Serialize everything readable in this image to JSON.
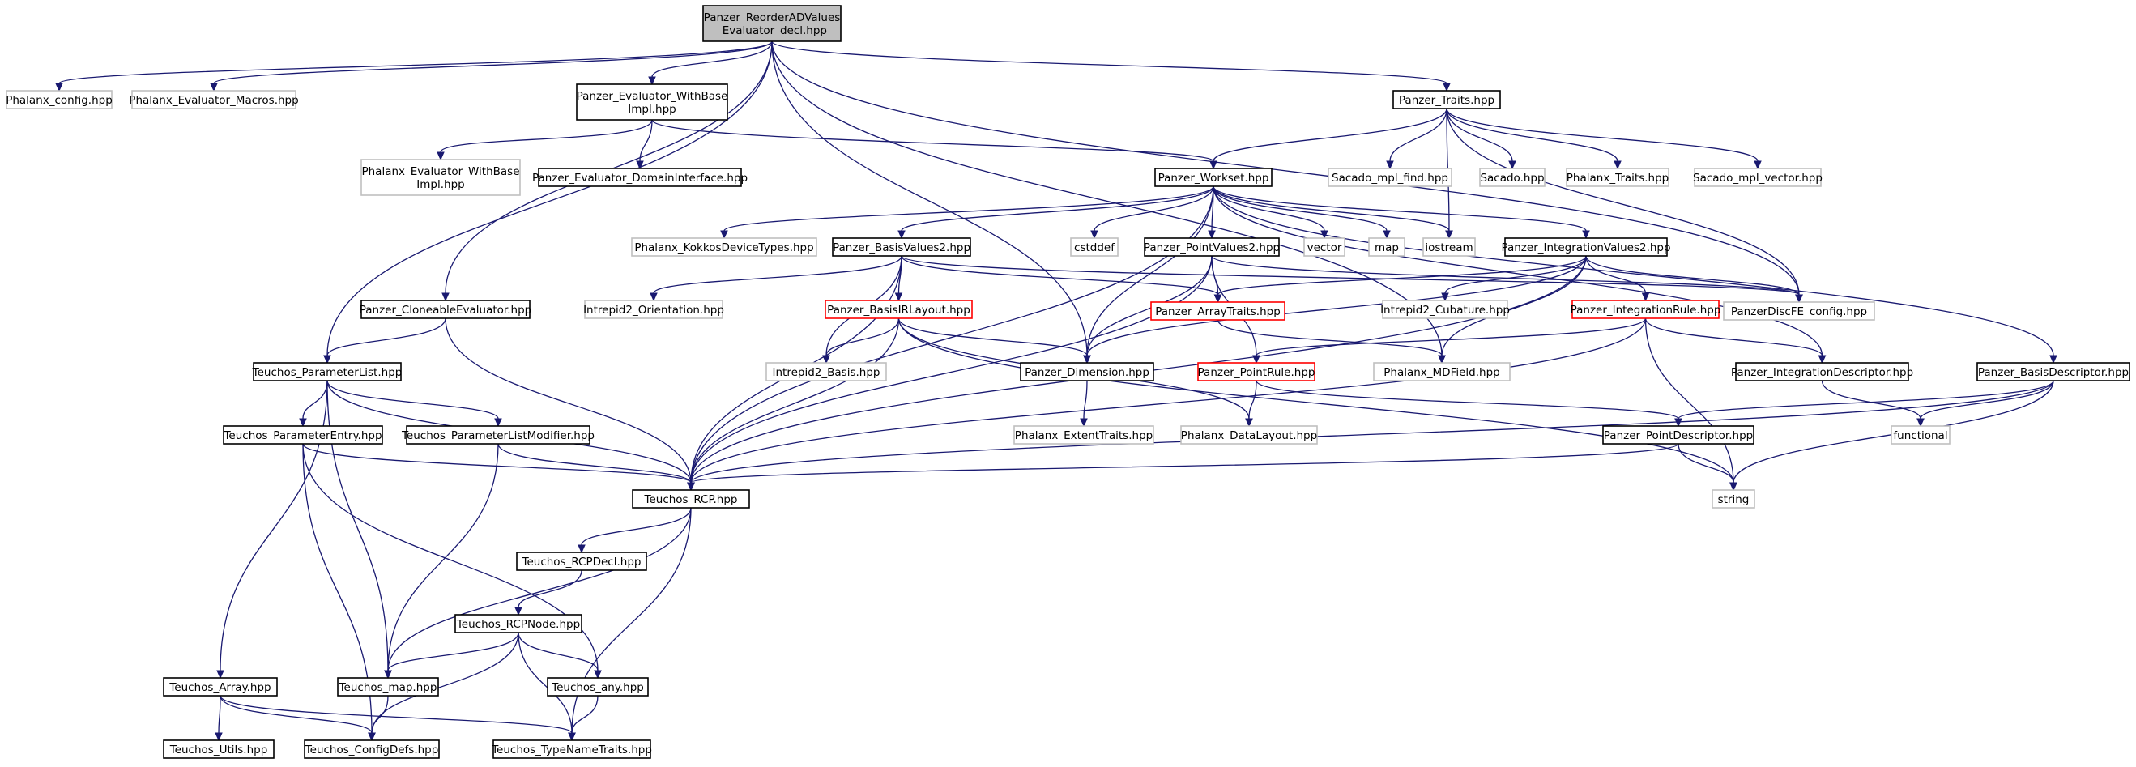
{
  "colors": {
    "edge": "#191970",
    "node_fill": "#ffffff",
    "root_fill": "#bfbfbf",
    "border_black": "#000000",
    "border_gray": "#bfbfbf",
    "border_red": "#ff0000"
  },
  "nodes": [
    {
      "id": "root",
      "lines": [
        "Panzer_ReorderADValues",
        "_Evaluator_decl.hpp"
      ],
      "style": "root"
    },
    {
      "id": "phcfg",
      "lines": [
        "Phalanx_config.hpp"
      ],
      "style": "gray"
    },
    {
      "id": "phmac",
      "lines": [
        "Phalanx_Evaluator_Macros.hpp"
      ],
      "style": "gray"
    },
    {
      "id": "pewbi",
      "lines": [
        "Panzer_Evaluator_WithBase",
        "Impl.hpp"
      ],
      "style": "black"
    },
    {
      "id": "ptraits",
      "lines": [
        "Panzer_Traits.hpp"
      ],
      "style": "black"
    },
    {
      "id": "phewbi",
      "lines": [
        "Phalanx_Evaluator_WithBase",
        "Impl.hpp"
      ],
      "style": "gray"
    },
    {
      "id": "pedi",
      "lines": [
        "Panzer_Evaluator_DomainInterface.hpp"
      ],
      "style": "black"
    },
    {
      "id": "pworkset",
      "lines": [
        "Panzer_Workset.hpp"
      ],
      "style": "black"
    },
    {
      "id": "smf",
      "lines": [
        "Sacado_mpl_find.hpp"
      ],
      "style": "gray"
    },
    {
      "id": "sacado",
      "lines": [
        "Sacado.hpp"
      ],
      "style": "gray"
    },
    {
      "id": "phtraits",
      "lines": [
        "Phalanx_Traits.hpp"
      ],
      "style": "gray"
    },
    {
      "id": "smv",
      "lines": [
        "Sacado_mpl_vector.hpp"
      ],
      "style": "gray"
    },
    {
      "id": "pkdt",
      "lines": [
        "Phalanx_KokkosDeviceTypes.hpp"
      ],
      "style": "gray"
    },
    {
      "id": "pbv2",
      "lines": [
        "Panzer_BasisValues2.hpp"
      ],
      "style": "black"
    },
    {
      "id": "cstddef",
      "lines": [
        "cstddef"
      ],
      "style": "gray"
    },
    {
      "id": "ppv2",
      "lines": [
        "Panzer_PointValues2.hpp"
      ],
      "style": "black"
    },
    {
      "id": "vector",
      "lines": [
        "vector"
      ],
      "style": "gray"
    },
    {
      "id": "map",
      "lines": [
        "map"
      ],
      "style": "gray"
    },
    {
      "id": "iostream",
      "lines": [
        "iostream"
      ],
      "style": "gray"
    },
    {
      "id": "piv2",
      "lines": [
        "Panzer_IntegrationValues2.hpp"
      ],
      "style": "black"
    },
    {
      "id": "pce",
      "lines": [
        "Panzer_CloneableEvaluator.hpp"
      ],
      "style": "black"
    },
    {
      "id": "io",
      "lines": [
        "Intrepid2_Orientation.hpp"
      ],
      "style": "gray"
    },
    {
      "id": "pbirl",
      "lines": [
        "Panzer_BasisIRLayout.hpp"
      ],
      "style": "red"
    },
    {
      "id": "pat",
      "lines": [
        "Panzer_ArrayTraits.hpp"
      ],
      "style": "red"
    },
    {
      "id": "icub",
      "lines": [
        "Intrepid2_Cubature.hpp"
      ],
      "style": "gray"
    },
    {
      "id": "pir",
      "lines": [
        "Panzer_IntegrationRule.hpp"
      ],
      "style": "red"
    },
    {
      "id": "pdfe",
      "lines": [
        "PanzerDiscFE_config.hpp"
      ],
      "style": "gray"
    },
    {
      "id": "tpl",
      "lines": [
        "Teuchos_ParameterList.hpp"
      ],
      "style": "black"
    },
    {
      "id": "ibasis",
      "lines": [
        "Intrepid2_Basis.hpp"
      ],
      "style": "gray"
    },
    {
      "id": "pdim",
      "lines": [
        "Panzer_Dimension.hpp"
      ],
      "style": "black"
    },
    {
      "id": "ppr",
      "lines": [
        "Panzer_PointRule.hpp"
      ],
      "style": "red"
    },
    {
      "id": "pmdf",
      "lines": [
        "Phalanx_MDField.hpp"
      ],
      "style": "gray"
    },
    {
      "id": "pid",
      "lines": [
        "Panzer_IntegrationDescriptor.hpp"
      ],
      "style": "black"
    },
    {
      "id": "pbd",
      "lines": [
        "Panzer_BasisDescriptor.hpp"
      ],
      "style": "black"
    },
    {
      "id": "tpe",
      "lines": [
        "Teuchos_ParameterEntry.hpp"
      ],
      "style": "black"
    },
    {
      "id": "tplm",
      "lines": [
        "Teuchos_ParameterListModifier.hpp"
      ],
      "style": "black"
    },
    {
      "id": "pet",
      "lines": [
        "Phalanx_ExtentTraits.hpp"
      ],
      "style": "gray"
    },
    {
      "id": "pdl",
      "lines": [
        "Phalanx_DataLayout.hpp"
      ],
      "style": "gray"
    },
    {
      "id": "ppd",
      "lines": [
        "Panzer_PointDescriptor.hpp"
      ],
      "style": "black"
    },
    {
      "id": "functional",
      "lines": [
        "functional"
      ],
      "style": "gray"
    },
    {
      "id": "trcp",
      "lines": [
        "Teuchos_RCP.hpp"
      ],
      "style": "black"
    },
    {
      "id": "string",
      "lines": [
        "string"
      ],
      "style": "gray"
    },
    {
      "id": "trcpdecl",
      "lines": [
        "Teuchos_RCPDecl.hpp"
      ],
      "style": "black"
    },
    {
      "id": "trcpnode",
      "lines": [
        "Teuchos_RCPNode.hpp"
      ],
      "style": "black"
    },
    {
      "id": "tarray",
      "lines": [
        "Teuchos_Array.hpp"
      ],
      "style": "black"
    },
    {
      "id": "tmap",
      "lines": [
        "Teuchos_map.hpp"
      ],
      "style": "black"
    },
    {
      "id": "tany",
      "lines": [
        "Teuchos_any.hpp"
      ],
      "style": "black"
    },
    {
      "id": "tutils",
      "lines": [
        "Teuchos_Utils.hpp"
      ],
      "style": "black"
    },
    {
      "id": "tcd",
      "lines": [
        "Teuchos_ConfigDefs.hpp"
      ],
      "style": "black"
    },
    {
      "id": "ttnt",
      "lines": [
        "Teuchos_TypeNameTraits.hpp"
      ],
      "style": "black"
    }
  ],
  "edges": [
    [
      "root",
      "phcfg"
    ],
    [
      "root",
      "phmac"
    ],
    [
      "root",
      "pewbi"
    ],
    [
      "root",
      "ptraits"
    ],
    [
      "root",
      "pce"
    ],
    [
      "root",
      "tpl"
    ],
    [
      "root",
      "pdim"
    ],
    [
      "root",
      "pdfe"
    ],
    [
      "root",
      "pmdf"
    ],
    [
      "pewbi",
      "phewbi"
    ],
    [
      "pewbi",
      "pedi"
    ],
    [
      "pewbi",
      "pworkset"
    ],
    [
      "ptraits",
      "pworkset"
    ],
    [
      "ptraits",
      "smf"
    ],
    [
      "ptraits",
      "sacado"
    ],
    [
      "ptraits",
      "phtraits"
    ],
    [
      "ptraits",
      "smv"
    ],
    [
      "ptraits",
      "pdfe"
    ],
    [
      "ptraits",
      "iostream"
    ],
    [
      "pworkset",
      "pkdt"
    ],
    [
      "pworkset",
      "pbv2"
    ],
    [
      "pworkset",
      "cstddef"
    ],
    [
      "pworkset",
      "ppv2"
    ],
    [
      "pworkset",
      "vector"
    ],
    [
      "pworkset",
      "map"
    ],
    [
      "pworkset",
      "iostream"
    ],
    [
      "pworkset",
      "piv2"
    ],
    [
      "pworkset",
      "pdim"
    ],
    [
      "pworkset",
      "pbd"
    ],
    [
      "pworkset",
      "pid"
    ],
    [
      "pworkset",
      "trcp"
    ],
    [
      "pbv2",
      "io"
    ],
    [
      "pbv2",
      "pbirl"
    ],
    [
      "pbv2",
      "pat"
    ],
    [
      "pbv2",
      "ibasis"
    ],
    [
      "pbv2",
      "trcp"
    ],
    [
      "pbv2",
      "pdfe"
    ],
    [
      "ppv2",
      "pat"
    ],
    [
      "ppv2",
      "pdim"
    ],
    [
      "ppv2",
      "ppr"
    ],
    [
      "ppv2",
      "trcp"
    ],
    [
      "ppv2",
      "pdfe"
    ],
    [
      "piv2",
      "pat"
    ],
    [
      "piv2",
      "icub"
    ],
    [
      "piv2",
      "pir"
    ],
    [
      "piv2",
      "pdfe"
    ],
    [
      "piv2",
      "pdim"
    ],
    [
      "piv2",
      "pmdf"
    ],
    [
      "piv2",
      "trcp"
    ],
    [
      "pce",
      "tpl"
    ],
    [
      "pce",
      "trcp"
    ],
    [
      "pbirl",
      "ibasis"
    ],
    [
      "pbirl",
      "pdim"
    ],
    [
      "pbirl",
      "pdl"
    ],
    [
      "pbirl",
      "trcp"
    ],
    [
      "pbirl",
      "string"
    ],
    [
      "pat",
      "pmdf"
    ],
    [
      "pir",
      "ppr"
    ],
    [
      "pir",
      "pid"
    ],
    [
      "pir",
      "trcp"
    ],
    [
      "pir",
      "string"
    ],
    [
      "tpl",
      "tpe"
    ],
    [
      "tpl",
      "tplm"
    ],
    [
      "tpl",
      "trcp"
    ],
    [
      "tpl",
      "tmap"
    ],
    [
      "tpl",
      "tarray"
    ],
    [
      "pdim",
      "pet"
    ],
    [
      "ppr",
      "pdl"
    ],
    [
      "ppr",
      "ppd"
    ],
    [
      "pid",
      "functional"
    ],
    [
      "pbd",
      "ppd"
    ],
    [
      "pbd",
      "functional"
    ],
    [
      "pbd",
      "string"
    ],
    [
      "pbd",
      "trcp"
    ],
    [
      "tpe",
      "trcp"
    ],
    [
      "tpe",
      "tany"
    ],
    [
      "tpe",
      "tcd"
    ],
    [
      "tplm",
      "trcp"
    ],
    [
      "tplm",
      "tmap"
    ],
    [
      "ppd",
      "string"
    ],
    [
      "ppd",
      "trcp"
    ],
    [
      "trcp",
      "trcpdecl"
    ],
    [
      "trcp",
      "tmap"
    ],
    [
      "trcp",
      "ttnt"
    ],
    [
      "trcpdecl",
      "trcpnode"
    ],
    [
      "trcpnode",
      "tmap"
    ],
    [
      "trcpnode",
      "tany"
    ],
    [
      "trcpnode",
      "tcd"
    ],
    [
      "trcpnode",
      "ttnt"
    ],
    [
      "tarray",
      "tutils"
    ],
    [
      "tarray",
      "tcd"
    ],
    [
      "tarray",
      "ttnt"
    ],
    [
      "tmap",
      "tcd"
    ],
    [
      "tany",
      "ttnt"
    ]
  ]
}
